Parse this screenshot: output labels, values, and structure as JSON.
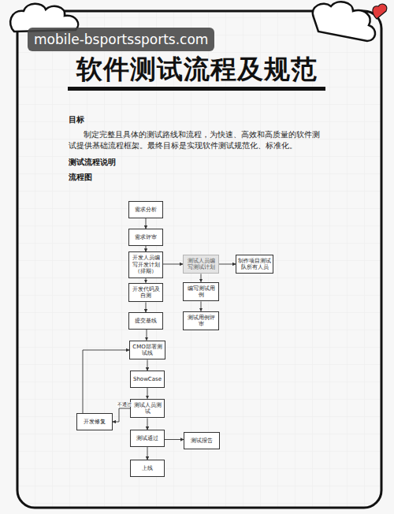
{
  "diagram": {
    "title": "软件测试流程及规范",
    "nodes": [
      {
        "text": [
          "需求分析"
        ]
      },
      {
        "text": [
          "需求评审"
        ]
      },
      {
        "text": [
          "开发人员编写开发计划（排期）"
        ]
      },
      {
        "text": [
          "测试人员编写测试计划"
        ]
      },
      {
        "text": [
          "制作项目测试队所有人员"
        ]
      },
      {
        "text": [
          "开发代码及自测"
        ]
      },
      {
        "text": [
          "编写测试用例"
        ]
      },
      {
        "text": [
          "测试用例评审"
        ]
      },
      {
        "text": [
          "提交基线"
        ]
      },
      {
        "text": [
          "CMO部署测试线"
        ]
      },
      {
        "text": [
          "ShowCase"
        ]
      },
      {
        "text": [
          "测试人员测试"
        ]
      },
      {
        "text": [
          "开发修复"
        ]
      },
      {
        "text": [
          "测试通过"
        ]
      },
      {
        "text": [
          "测试报告"
        ]
      },
      {
        "text": [
          "上线"
        ]
      }
    ],
    "edges": [
      {
        "from": 0,
        "to": 1,
        "arrow": "to"
      },
      {
        "from": 1,
        "to": 2,
        "arrow": "to"
      },
      {
        "from": 2,
        "to": 3,
        "arrow": "to"
      },
      {
        "from": 3,
        "to": 4,
        "arrow": "to"
      },
      {
        "from": 2,
        "to": 5,
        "arrow": "to"
      },
      {
        "from": 3,
        "to": 6,
        "arrow": "to"
      },
      {
        "from": 6,
        "to": 7,
        "arrow": "to"
      },
      {
        "from": 5,
        "to": 8,
        "arrow": "to"
      },
      {
        "from": 8,
        "to": 9,
        "arrow": "to"
      },
      {
        "from": 9,
        "to": 10,
        "arrow": "to"
      },
      {
        "from": 10,
        "to": 11,
        "arrow": "to"
      },
      {
        "from": 11,
        "to": 12,
        "label": "不通过",
        "arrow": "to"
      },
      {
        "from": 12,
        "to": 9,
        "arrow": "to"
      },
      {
        "from": 11,
        "to": 13,
        "arrow": "to"
      },
      {
        "from": 13,
        "to": 14,
        "arrow": "to"
      },
      {
        "from": 13,
        "to": 15,
        "arrow": "to"
      }
    ],
    "labels": [
      "mobile-bsportssports.com",
      "目标",
      "制定完整且具体的测试路线和流程，为快速、高效和高质量的软件测试提供基础流程框架。最终目标是实现软件测试规范化、标准化。",
      "测试流程说明",
      "流程图"
    ]
  }
}
